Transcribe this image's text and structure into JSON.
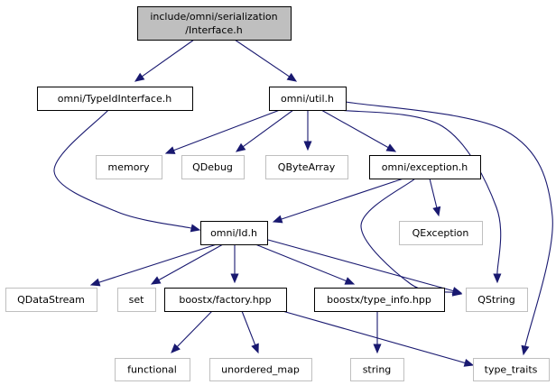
{
  "colors": {
    "edge": "#191970",
    "root_fill": "#bfbfbf",
    "external_border": "#bfbfbf",
    "internal_border": "#000000"
  },
  "nodes": {
    "root": {
      "lines": [
        "include/omni/serialization",
        "/Interface.h"
      ],
      "kind": "root"
    },
    "typeid_interface": {
      "lines": [
        "omni/TypeIdInterface.h"
      ],
      "kind": "internal"
    },
    "util": {
      "lines": [
        "omni/util.h"
      ],
      "kind": "internal"
    },
    "memory": {
      "lines": [
        "memory"
      ],
      "kind": "external"
    },
    "qdebug": {
      "lines": [
        "QDebug"
      ],
      "kind": "external"
    },
    "qbytearray": {
      "lines": [
        "QByteArray"
      ],
      "kind": "external"
    },
    "exception": {
      "lines": [
        "omni/exception.h"
      ],
      "kind": "internal"
    },
    "id": {
      "lines": [
        "omni/Id.h"
      ],
      "kind": "internal"
    },
    "qexception": {
      "lines": [
        "QException"
      ],
      "kind": "external"
    },
    "qdatastream": {
      "lines": [
        "QDataStream"
      ],
      "kind": "external"
    },
    "set": {
      "lines": [
        "set"
      ],
      "kind": "external"
    },
    "factory": {
      "lines": [
        "boostx/factory.hpp"
      ],
      "kind": "internal"
    },
    "type_info": {
      "lines": [
        "boostx/type_info.hpp"
      ],
      "kind": "internal"
    },
    "qstring": {
      "lines": [
        "QString"
      ],
      "kind": "external"
    },
    "functional": {
      "lines": [
        "functional"
      ],
      "kind": "external"
    },
    "unordered_map": {
      "lines": [
        "unordered_map"
      ],
      "kind": "external"
    },
    "string": {
      "lines": [
        "string"
      ],
      "kind": "external"
    },
    "type_traits": {
      "lines": [
        "type_traits"
      ],
      "kind": "external"
    }
  },
  "edges": [
    [
      "root",
      "typeid_interface"
    ],
    [
      "root",
      "util"
    ],
    [
      "typeid_interface",
      "id"
    ],
    [
      "util",
      "memory"
    ],
    [
      "util",
      "qdebug"
    ],
    [
      "util",
      "qbytearray"
    ],
    [
      "util",
      "exception"
    ],
    [
      "util",
      "qstring"
    ],
    [
      "util",
      "type_traits"
    ],
    [
      "exception",
      "id"
    ],
    [
      "exception",
      "qexception"
    ],
    [
      "exception",
      "qstring"
    ],
    [
      "id",
      "qdatastream"
    ],
    [
      "id",
      "set"
    ],
    [
      "id",
      "factory"
    ],
    [
      "id",
      "type_info"
    ],
    [
      "id",
      "qstring"
    ],
    [
      "factory",
      "functional"
    ],
    [
      "factory",
      "unordered_map"
    ],
    [
      "factory",
      "type_traits"
    ],
    [
      "type_info",
      "string"
    ]
  ]
}
